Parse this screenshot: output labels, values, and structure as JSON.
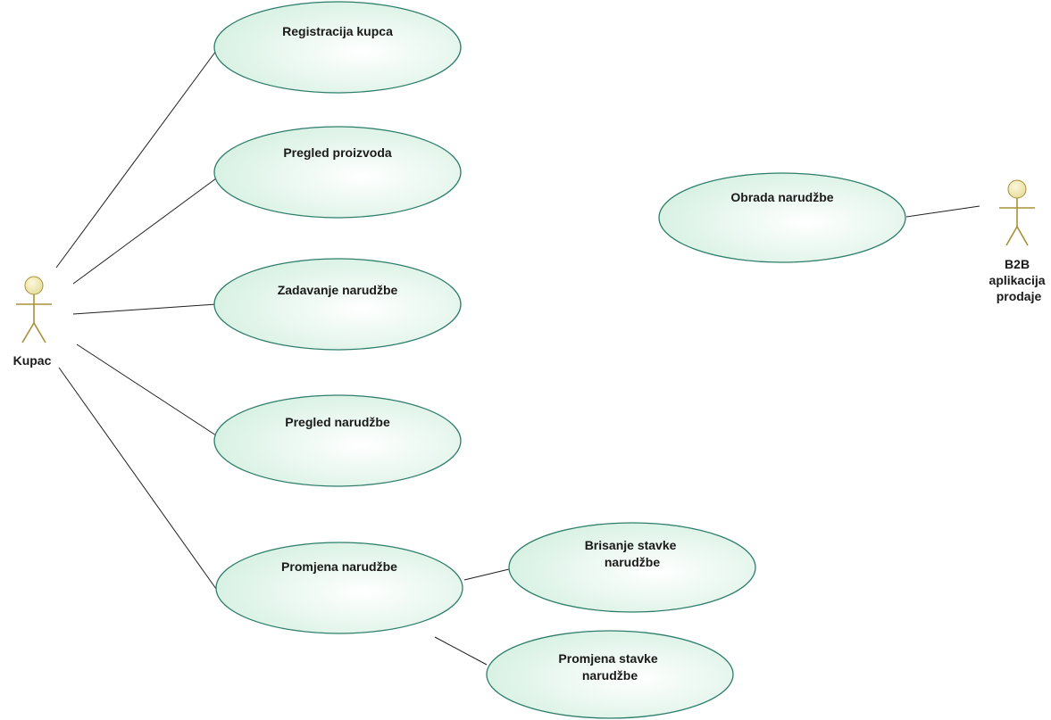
{
  "colors": {
    "usecase_fill_start": "#cfeedd",
    "usecase_fill_end": "#ffffff",
    "usecase_stroke": "#2e7d6b",
    "actor_head": "#e6dd9a",
    "actor_body": "#a8903a",
    "line": "#1f1f1f"
  },
  "actors": {
    "kupac": {
      "label": "Kupac"
    },
    "b2b": {
      "label_lines": [
        "B2B",
        "aplikacija",
        "prodaje"
      ]
    }
  },
  "use_cases": {
    "registracija": {
      "label_lines": [
        "Registracija kupca"
      ]
    },
    "pregled_proizvoda": {
      "label_lines": [
        "Pregled proizvoda"
      ]
    },
    "zadavanje": {
      "label_lines": [
        "Zadavanje narudžbe"
      ]
    },
    "pregled_narudzbe": {
      "label_lines": [
        "Pregled narudžbe"
      ]
    },
    "promjena": {
      "label_lines": [
        "Promjena narudžbe"
      ]
    },
    "brisanje_stavke": {
      "label_lines": [
        "Brisanje stavke",
        "narudžbe"
      ]
    },
    "promjena_stavke": {
      "label_lines": [
        "Promjena stavke",
        "narudžbe"
      ]
    },
    "obrada": {
      "label_lines": [
        "Obrada narudžbe"
      ]
    }
  }
}
